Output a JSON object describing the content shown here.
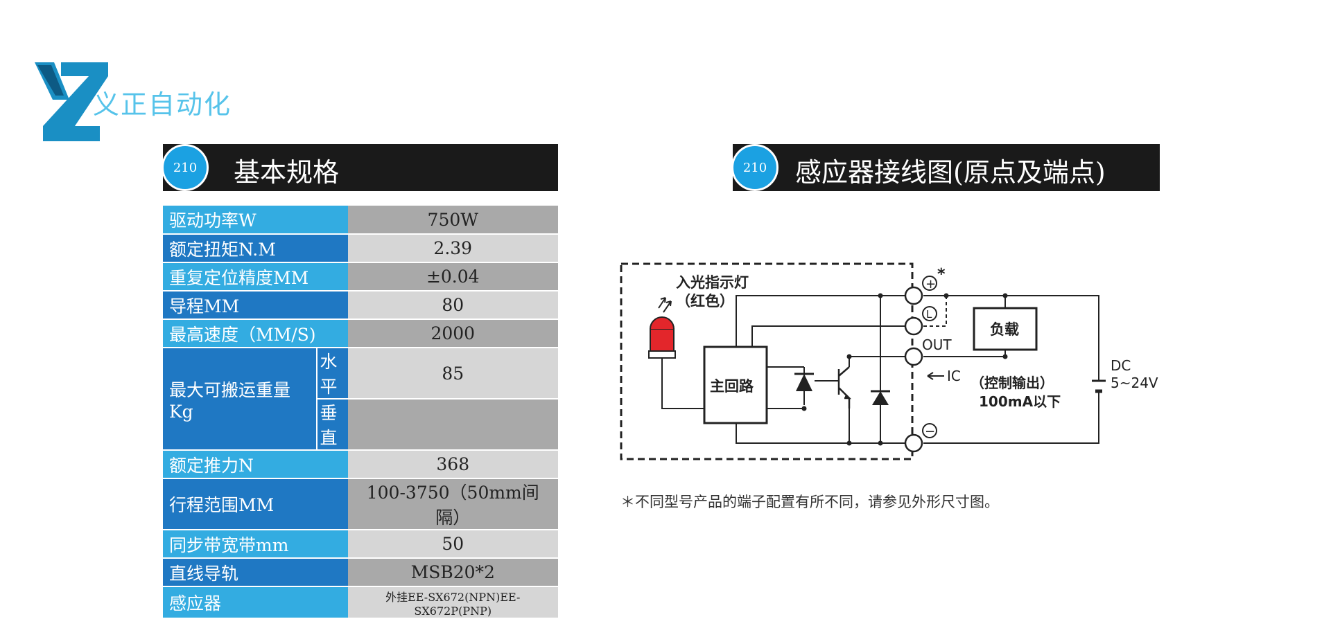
{
  "brand": {
    "name": "义正自动化",
    "logo_color": "#1a8fc4",
    "text_color": "#56c3ea"
  },
  "left_header": {
    "badge": "210",
    "title": "基本规格"
  },
  "right_header": {
    "badge": "210",
    "title": "感应器接线图(原点及端点)"
  },
  "spec_rows": [
    {
      "key": "驱动功率W",
      "value": "750W"
    },
    {
      "key": "额定扭矩N.M",
      "value": "2.39"
    },
    {
      "key": "重复定位精度MM",
      "value": "±0.04"
    },
    {
      "key": "导程MM",
      "value": "80"
    },
    {
      "key": "最高速度（MM/S)",
      "value": "2000"
    },
    {
      "key": "最大可搬运重量Kg",
      "sub": [
        {
          "label": "水平",
          "value": "85"
        },
        {
          "label": "垂直",
          "value": ""
        }
      ]
    },
    {
      "key": "额定推力N",
      "value": "368"
    },
    {
      "key": "行程范围MM",
      "value": "100-3750（50mm间隔）"
    },
    {
      "key": "同步带宽带mm",
      "value": "50"
    },
    {
      "key": "直线导轨",
      "value": "MSB20*2"
    },
    {
      "key": "感应器",
      "value": "外挂EE-SX672(NPN)EE-SX672P(PNP)"
    }
  ],
  "diagram": {
    "indicator_label": "入光指示灯",
    "indicator_color_label": "（红色）",
    "main_circuit": "主回路",
    "load": "负载",
    "out": "OUT",
    "ic": "IC",
    "control_output": "（控制输出）",
    "current": "100mA以下",
    "dc": "DC",
    "voltage": "5~24V",
    "asterisk": "*",
    "plus": "+",
    "minus": "−",
    "l": "L",
    "led_color": "#e3262b"
  },
  "note": "＊不同型号产品的端子配置有所不同，请参见外形尺寸图。"
}
